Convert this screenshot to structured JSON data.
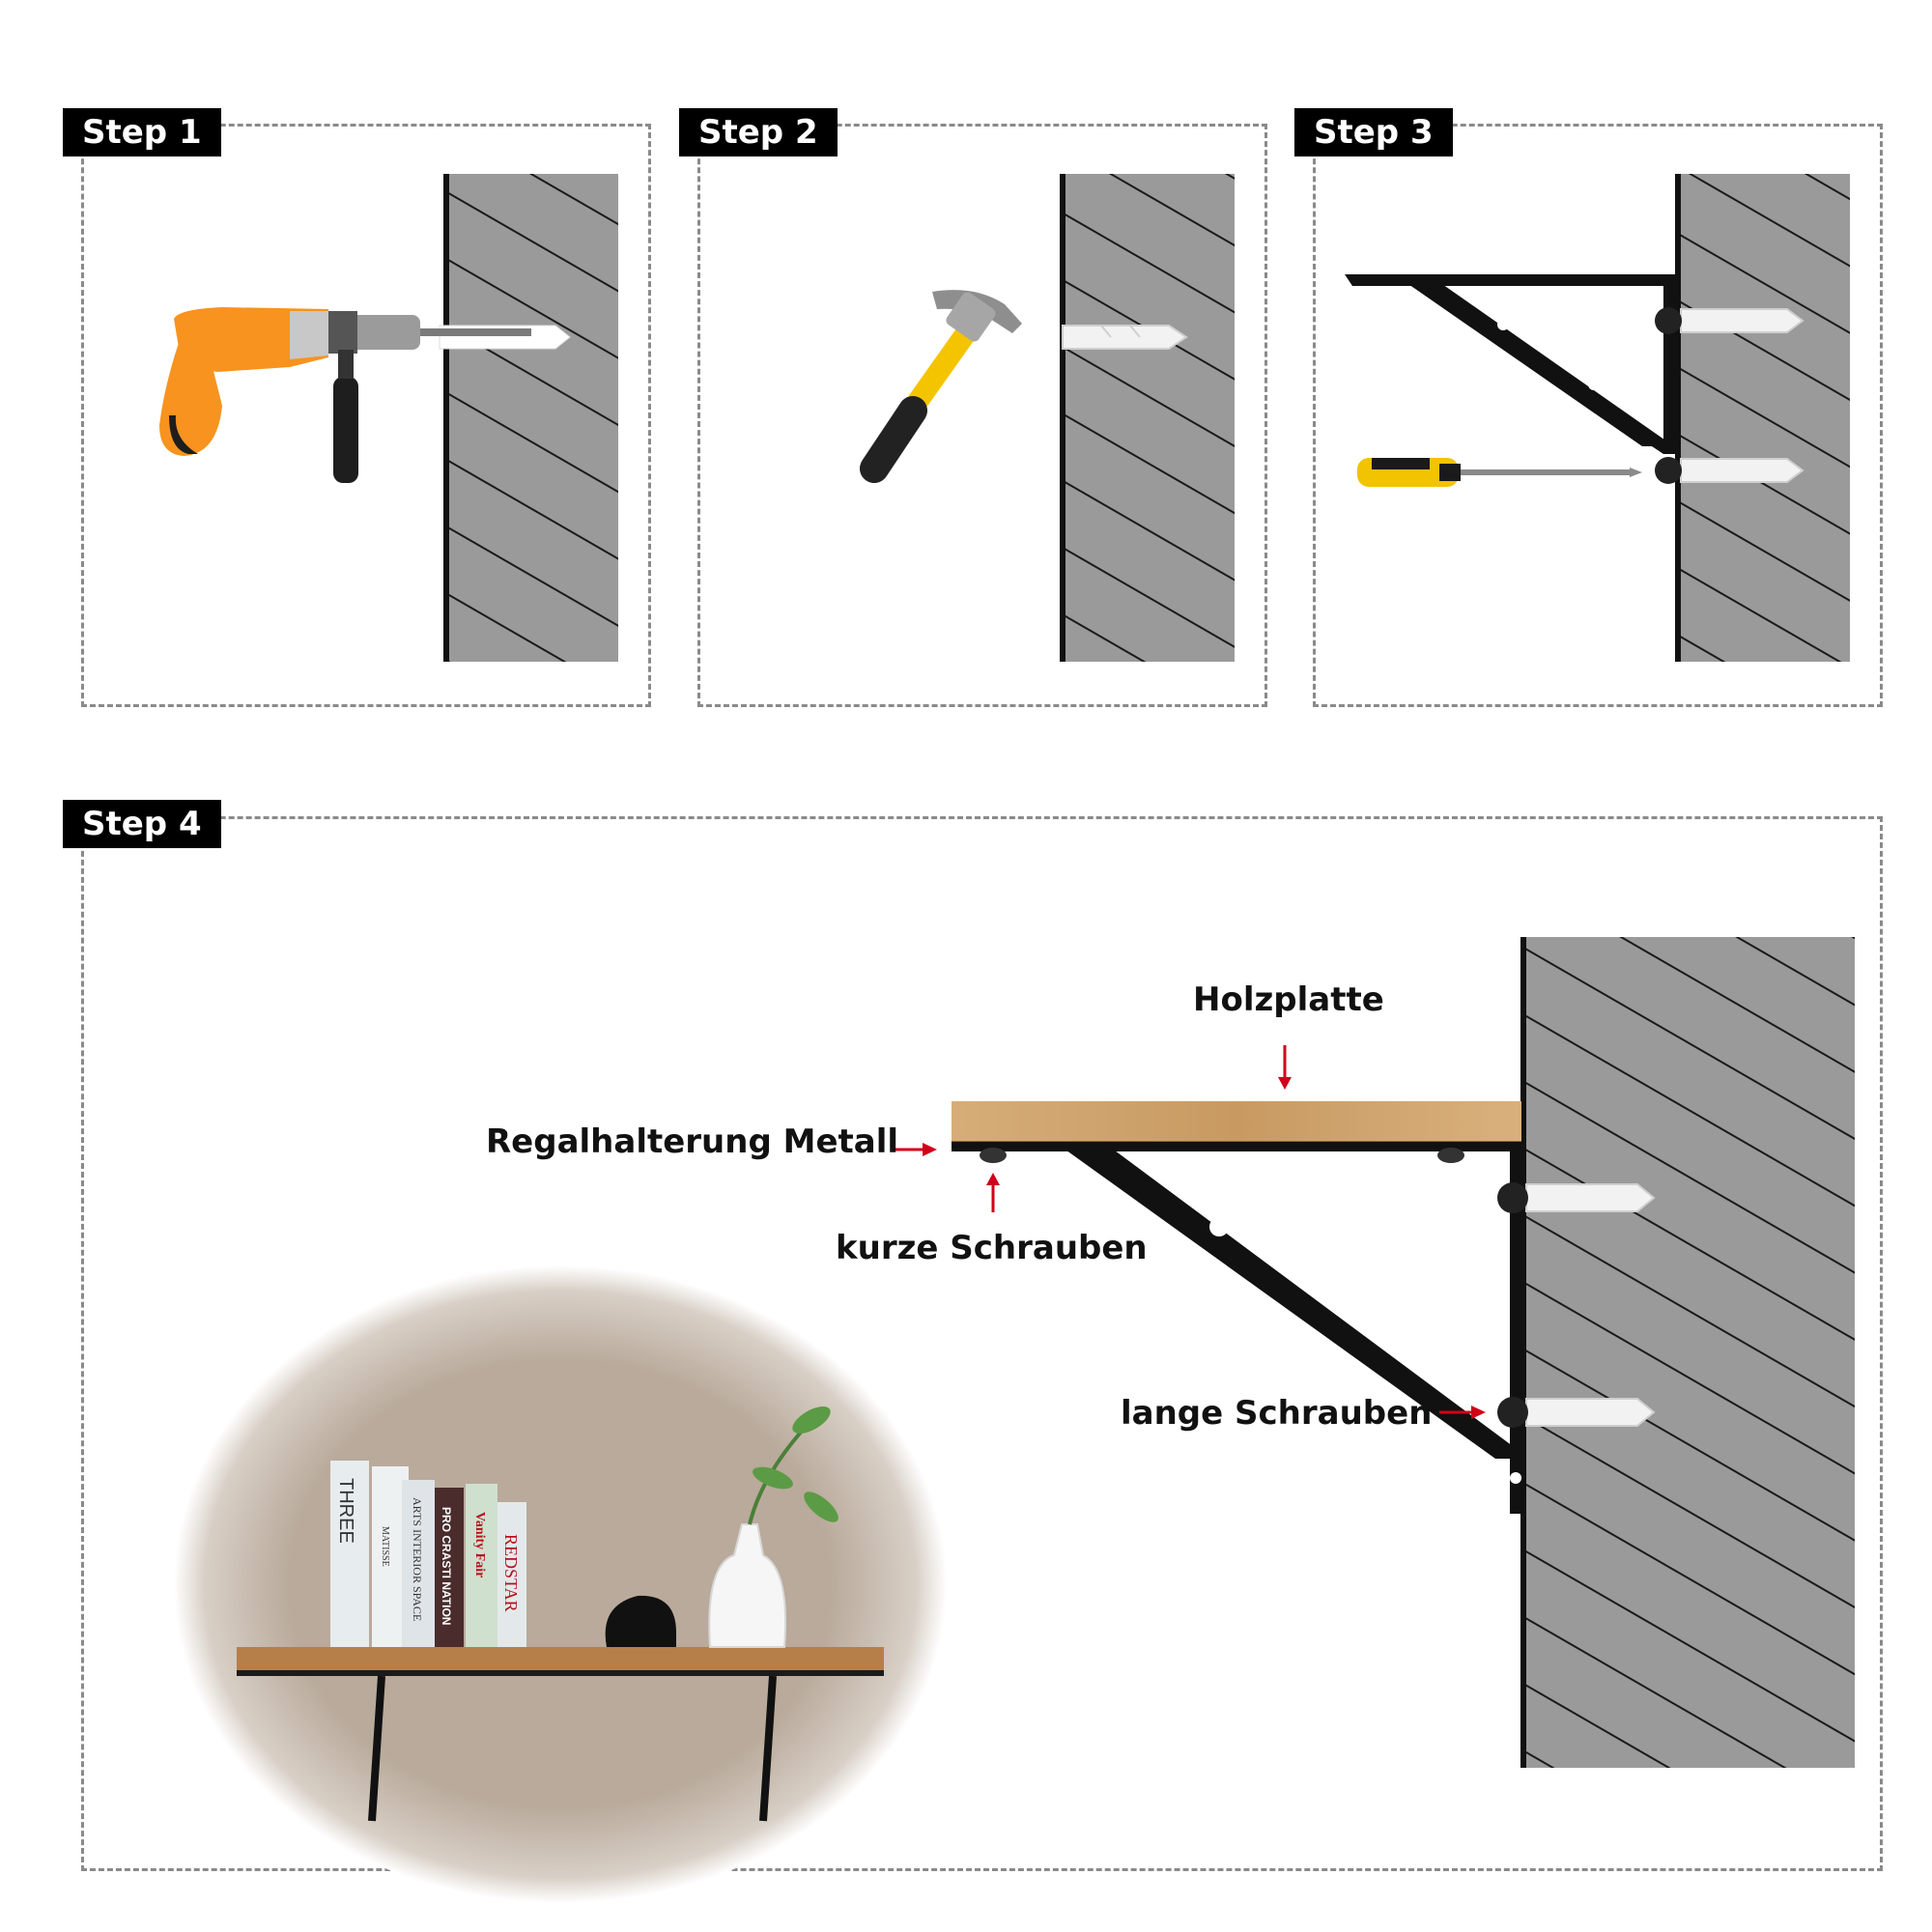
{
  "steps": [
    {
      "tag": "Step 1",
      "tool": "drill"
    },
    {
      "tag": "Step 2",
      "tool": "hammer"
    },
    {
      "tag": "Step 3",
      "tool": "screwdriver"
    },
    {
      "tag": "Step 4",
      "tool": "shelf-assembly"
    }
  ],
  "labels": {
    "top_board": "Holzplatte",
    "bracket": "Regalhalterung Metall",
    "short_screws": "kurze Schrauben",
    "long_screws": "lange Schrauben"
  },
  "books": [
    "THREE",
    "MATISSE",
    "ARTS INTERIOR SPACE",
    "PRO CRASTI NATION",
    "Vanity Fair",
    "REDSTAR"
  ],
  "colors": {
    "wall": "#9a9a9a",
    "wall_hatch": "#1a1a1a",
    "tag_bg": "#000000",
    "arrow": "#d0021b",
    "wood": "#caa06a",
    "drill": "#f7931e",
    "hammer_handle": "#f5c400",
    "bracket": "#111111",
    "dashed_border": "#8a8a8a"
  }
}
